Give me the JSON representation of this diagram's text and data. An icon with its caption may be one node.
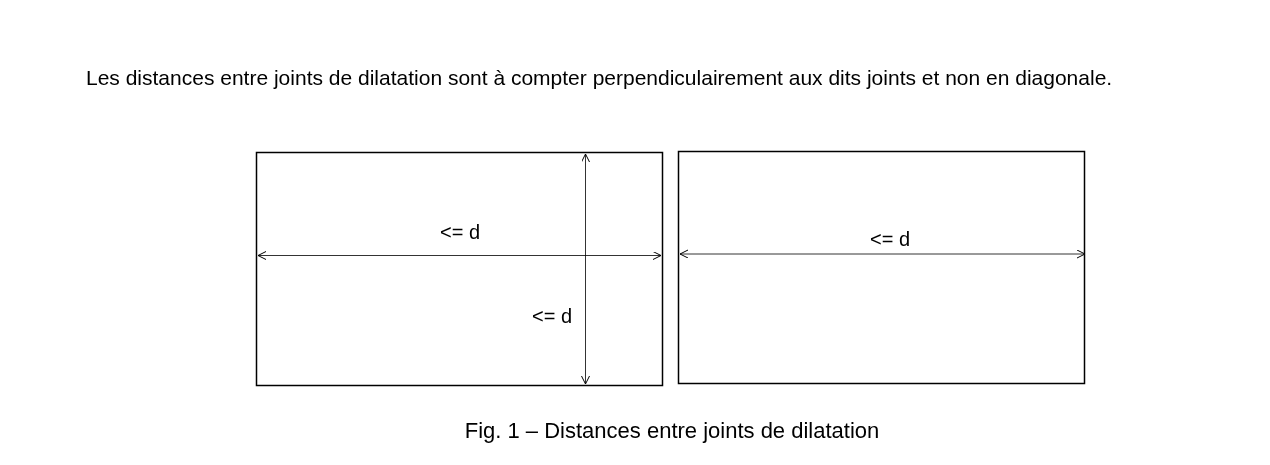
{
  "diagram": {
    "caption": "Fig. 1 – Distances entre joints de dilatation",
    "labels": [
      "Les distances entre joints de dilatation sont à compter perpendiculairement aux dits joints et non en diagonale.",
      "<= d",
      "<= d",
      "<= d"
    ]
  }
}
